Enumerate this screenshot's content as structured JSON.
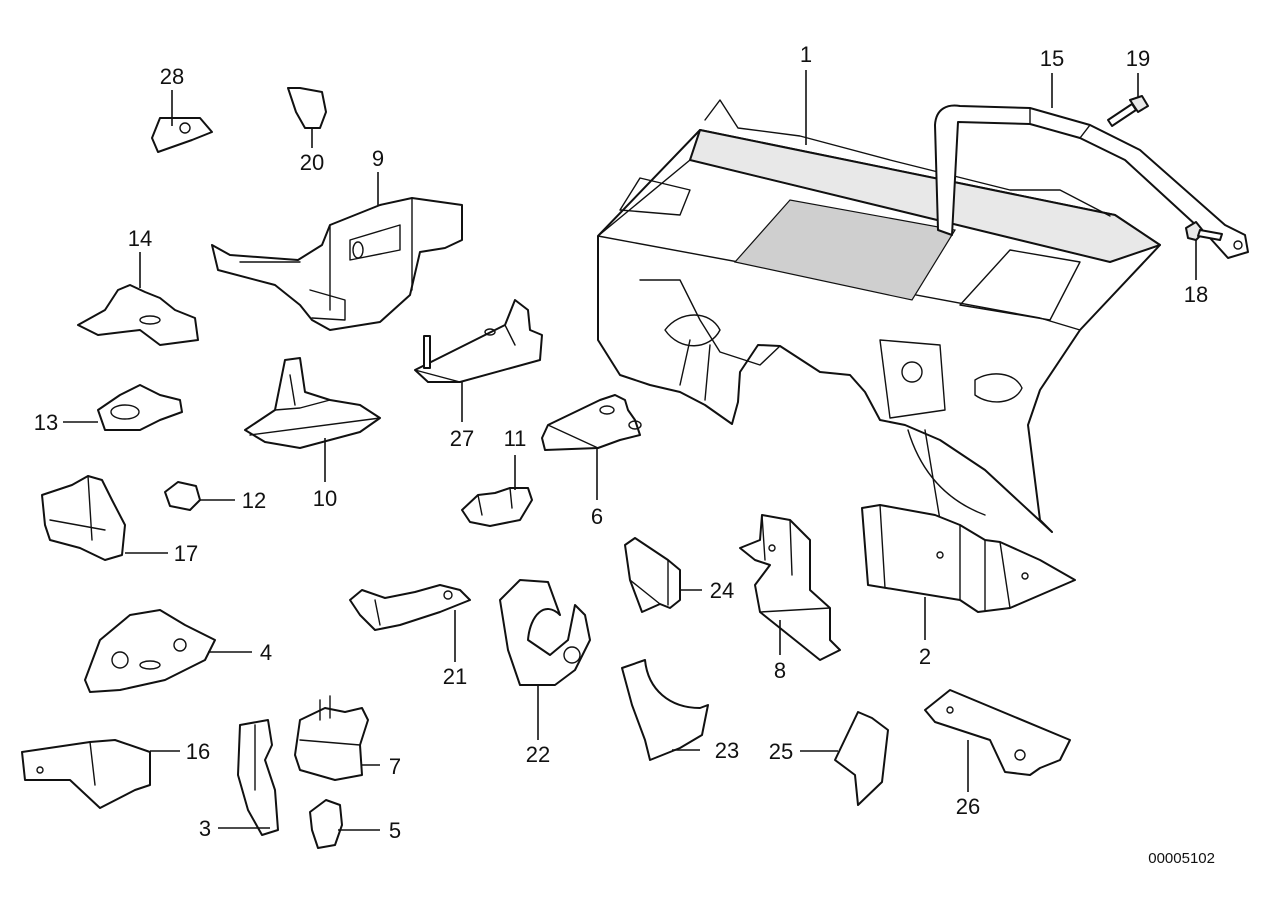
{
  "diagram": {
    "id_code": "00005102",
    "callouts": [
      "1",
      "2",
      "3",
      "4",
      "5",
      "6",
      "7",
      "8",
      "9",
      "10",
      "11",
      "12",
      "13",
      "14",
      "15",
      "16",
      "17",
      "18",
      "19",
      "20",
      "21",
      "22",
      "23",
      "24",
      "25",
      "26",
      "27",
      "28"
    ]
  }
}
